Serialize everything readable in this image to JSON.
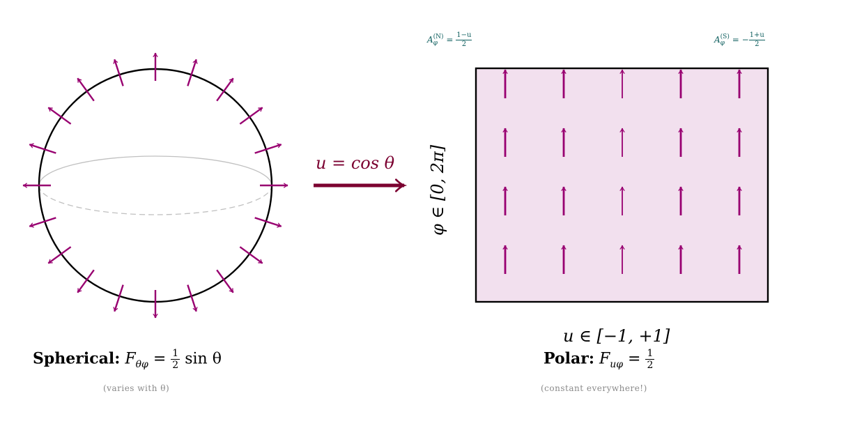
{
  "colors": {
    "arrow": "#980070",
    "transform_arrow": "#7b0030",
    "rect_fill": "#f2e0ee",
    "outline": "#000000",
    "equator": "#c0c0c0",
    "gauge_text": "#0f5f5f",
    "subcaption": "#8a8a8a"
  },
  "left_panel": {
    "title_bold": "Spherical:",
    "formula_lhs": "F",
    "formula_sub": "θφ",
    "formula_frac_num": "1",
    "formula_frac_den": "2",
    "formula_rhs": "sin θ",
    "note": "(varies with θ)",
    "arrow_count": 20
  },
  "transform": {
    "label": "u = cos θ"
  },
  "right_panel": {
    "title_bold": "Polar:",
    "formula_lhs": "F",
    "formula_sub": "uφ",
    "formula_frac_num": "1",
    "formula_frac_den": "2",
    "note": "(constant everywhere!)",
    "x_axis_label": "u ∈ [−1, +1]",
    "y_axis_label": "φ ∈ [0, 2π]",
    "arrow_grid": {
      "cols": 5,
      "rows": 4
    },
    "gauge_north": {
      "symbol": "A",
      "sup": "(N)",
      "sub": "φ",
      "eq": "=",
      "sign": "",
      "num": "1−u",
      "den": "2"
    },
    "gauge_south": {
      "symbol": "A",
      "sup": "(S)",
      "sub": "φ",
      "eq": "=",
      "sign": "−",
      "num": "1+u",
      "den": "2"
    }
  }
}
